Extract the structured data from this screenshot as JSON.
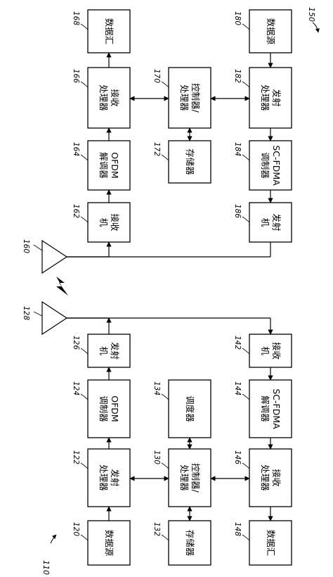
{
  "figure_labels": {
    "top": "150",
    "bottom": "110"
  },
  "blocks": {
    "b168": {
      "ref": "168",
      "lines": [
        "数据汇"
      ]
    },
    "b166": {
      "ref": "166",
      "lines": [
        "接收",
        "处理器"
      ]
    },
    "b164": {
      "ref": "164",
      "lines": [
        "OFDM",
        "解调器"
      ]
    },
    "b162": {
      "ref": "162",
      "lines": [
        "接收",
        "机"
      ]
    },
    "b170": {
      "ref": "170",
      "lines": [
        "控制器/",
        "处理器"
      ]
    },
    "b172": {
      "ref": "172",
      "lines": [
        "存储器"
      ]
    },
    "b180": {
      "ref": "180",
      "lines": [
        "数据源"
      ]
    },
    "b182": {
      "ref": "182",
      "lines": [
        "发射",
        "处理器"
      ]
    },
    "b184": {
      "ref": "184",
      "lines": [
        "SC-FDMA",
        "调制器"
      ]
    },
    "b186": {
      "ref": "186",
      "lines": [
        "发射",
        "机"
      ]
    },
    "b120": {
      "ref": "120",
      "lines": [
        "数据源"
      ]
    },
    "b122": {
      "ref": "122",
      "lines": [
        "发射",
        "处理器"
      ]
    },
    "b124": {
      "ref": "124",
      "lines": [
        "OFDM",
        "调制器"
      ]
    },
    "b126": {
      "ref": "126",
      "lines": [
        "发射",
        "机"
      ]
    },
    "b130": {
      "ref": "130",
      "lines": [
        "控制器/",
        "处理器"
      ]
    },
    "b132": {
      "ref": "132",
      "lines": [
        "存储器"
      ]
    },
    "b134": {
      "ref": "134",
      "lines": [
        "调度器"
      ]
    },
    "b142": {
      "ref": "142",
      "lines": [
        "接收",
        "机"
      ]
    },
    "b144": {
      "ref": "144",
      "lines": [
        "SC-FDMA",
        "解调器"
      ]
    },
    "b146": {
      "ref": "146",
      "lines": [
        "接收",
        "处理器"
      ]
    },
    "b148": {
      "ref": "148",
      "lines": [
        "数据汇"
      ]
    }
  },
  "antennas": {
    "a160": {
      "ref": "160"
    },
    "a128": {
      "ref": "128"
    }
  }
}
